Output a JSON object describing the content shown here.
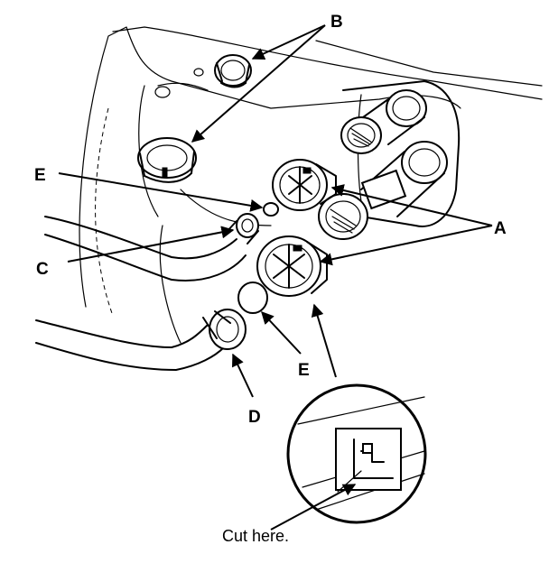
{
  "callouts": {
    "a": "A",
    "b": "B",
    "c": "C",
    "d": "D",
    "e_upper": "E",
    "e_lower": "E"
  },
  "caption": "Cut here.",
  "colors": {
    "ink": "#000000",
    "paper": "#ffffff"
  }
}
